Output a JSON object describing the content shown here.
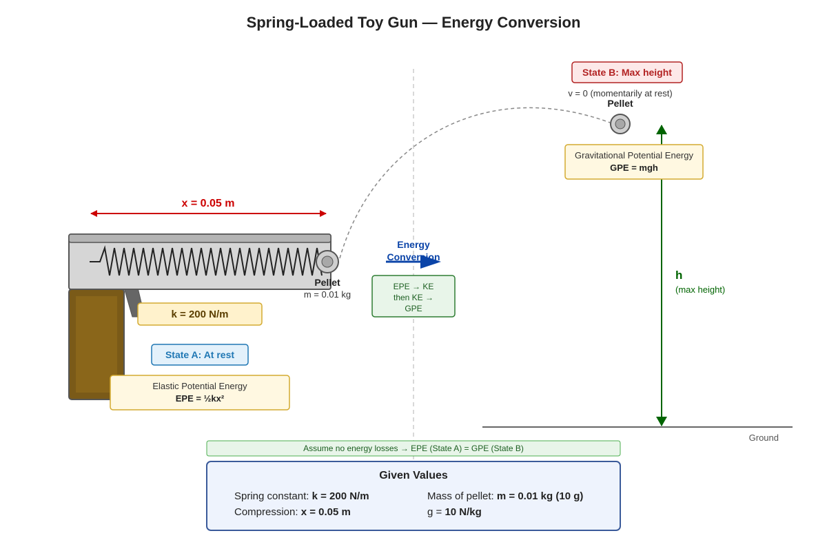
{
  "title": "Spring-Loaded Toy Gun — Energy Conversion",
  "compression_label": "x = 0.05 m",
  "spring_constant_label": "k = 200 N/m",
  "state_a": {
    "label": "State A: At rest",
    "energy_name": "Elastic Potential Energy",
    "energy_formula": "EPE = ½kx²",
    "pellet_label": "Pellet",
    "pellet_mass": "m = 0.01 kg"
  },
  "conversion": {
    "title_line1": "Energy",
    "title_line2": "Conversion",
    "box_line1": "EPE → KE",
    "box_line2": "then KE →",
    "box_line3": "GPE"
  },
  "state_b": {
    "label": "State B: Max height",
    "velocity_note": "v = 0 (momentarily at rest)",
    "pellet_label": "Pellet",
    "energy_name": "Gravitational Potential Energy",
    "energy_formula": "GPE = mgh"
  },
  "height": {
    "symbol": "h",
    "note": "(max height)"
  },
  "ground_label": "Ground",
  "assumption": "Assume no energy losses → EPE (State A) = GPE (State B)",
  "given": {
    "title": "Given Values",
    "spring_prefix": "Spring constant: ",
    "spring_value": "k = 200 N/m",
    "compression_prefix": "Compression: ",
    "compression_value": "x = 0.05 m",
    "mass_prefix": "Mass of pellet: ",
    "mass_value": "m = 0.01 kg (10 g)",
    "g_prefix": "g = ",
    "g_value": "10 N/kg"
  },
  "colors": {
    "red": "#cc0000",
    "dark_green": "#006400",
    "blue_arrow": "#0b44a8",
    "state_a_blue": "#1f77b4",
    "state_b_red": "#b22222",
    "note_fill": "#fff8e1",
    "note_stroke": "#d4aa30",
    "green_fill": "#e8f5e9",
    "given_fill": "#eef3fd",
    "given_stroke": "#3a5a9a"
  }
}
